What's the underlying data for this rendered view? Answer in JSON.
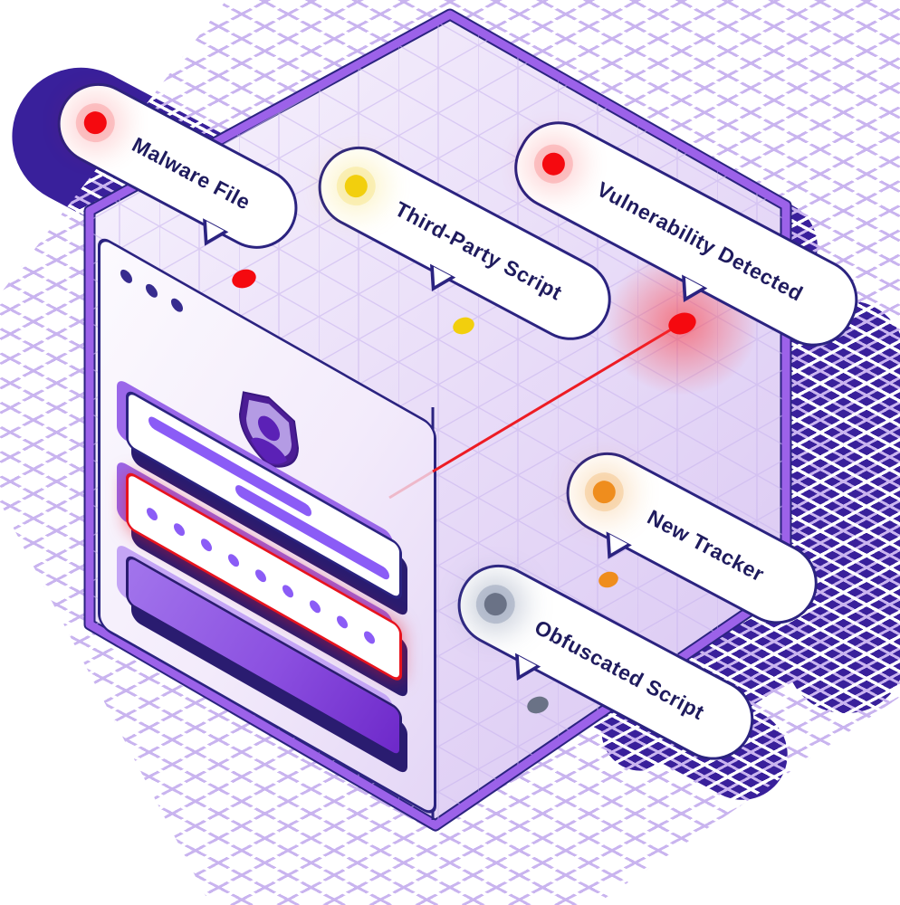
{
  "scene": {
    "title": "Website threat detection illustration",
    "background": "#ffffff",
    "cube_border_purple": "#9C62E9",
    "outline_navy": "#2B2380",
    "shadow_indigo": "#39209B",
    "face_lavender": "#E7DBF8",
    "lattice_white": "#ffffff",
    "lattice_purple": "#C9B4EF"
  },
  "callouts": [
    {
      "id": "malware-file",
      "label": "Malware File",
      "color": "#F5090F",
      "halo": "rgba(245,9,15,0.16)"
    },
    {
      "id": "third-party-script",
      "label": "Third-Party Script",
      "color": "#F2CF0D",
      "halo": "rgba(242,207,13,0.20)"
    },
    {
      "id": "vulnerability-detected",
      "label": "Vulnerability Detected",
      "color": "#F5090F",
      "halo": "rgba(245,9,15,0.16)"
    },
    {
      "id": "new-tracker",
      "label": "New Tracker",
      "color": "#EF8D1D",
      "halo": "rgba(239,141,29,0.22)"
    },
    {
      "id": "obfuscated-script",
      "label": "Obfuscated Script",
      "color": "#6A7286",
      "halo": "rgba(116,128,160,0.35)"
    }
  ],
  "browser_window": {
    "control_dots": 3,
    "shield_icon": "security-shield",
    "rows": [
      {
        "type": "text-lines",
        "line_count": 2
      },
      {
        "type": "password-dots",
        "dot_count": 9,
        "alert": true,
        "alert_color": "#E8131D"
      },
      {
        "type": "solid-bar"
      }
    ]
  },
  "threat_line": {
    "color": "#ED1C24",
    "from": "vulnerability-detected",
    "to": "browser-window"
  }
}
